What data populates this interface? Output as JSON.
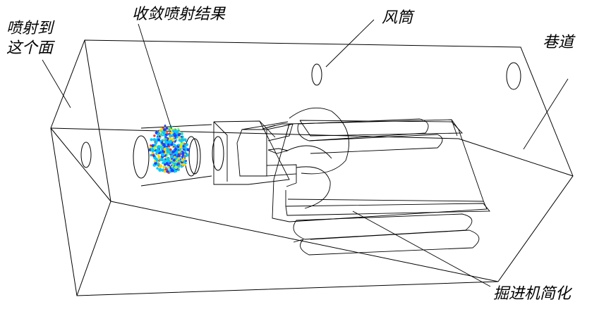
{
  "labels": {
    "spray_face_line1": "喷射到",
    "spray_face_line2": "这个面",
    "converge_result": "收敛喷射结果",
    "duct": "风筒",
    "roadway": "巷道",
    "roadheader": "掘进机简化"
  },
  "colors": {
    "line": "#000000",
    "spray": [
      "#00c8ff",
      "#2040ff",
      "#ffd800",
      "#ff3030",
      "#20e0c0",
      "#a0ff40"
    ]
  }
}
